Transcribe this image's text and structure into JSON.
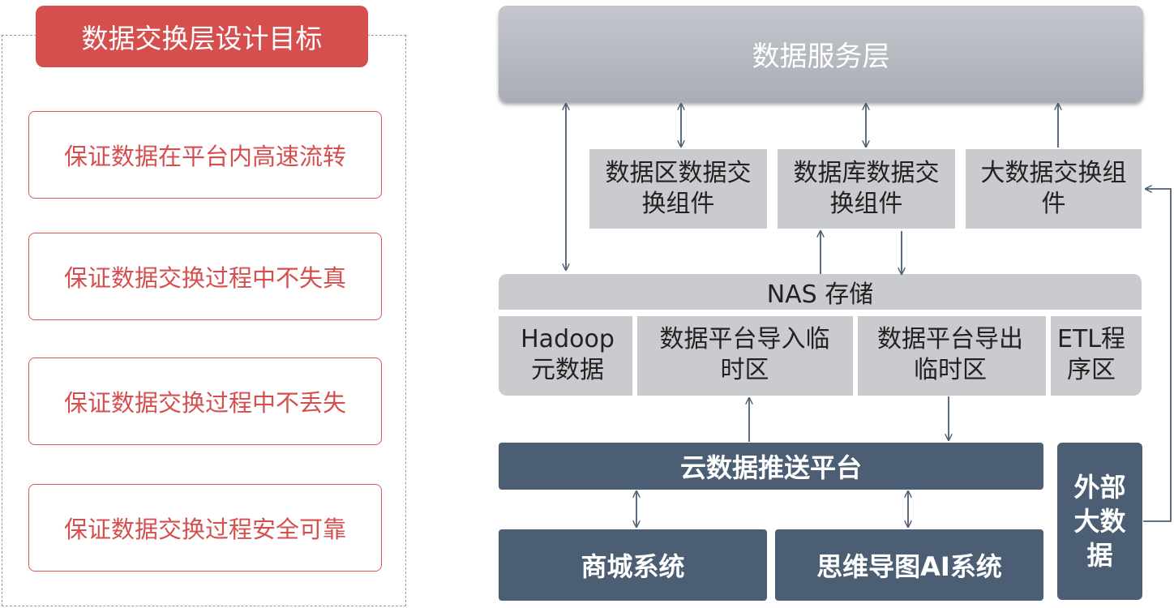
{
  "goals": {
    "title": "数据交换层设计目标",
    "items": [
      "保证数据在平台内高速流转",
      "保证数据交换过程中不失真",
      "保证数据交换过程中不丢失",
      "保证数据交换过程安全可靠"
    ]
  },
  "architecture": {
    "service_layer": "数据服务层",
    "components": [
      "数据区数据交换组件",
      "数据库数据交换组件",
      "大数据交换组件"
    ],
    "storage": {
      "title": "NAS  存储",
      "cells": [
        "Hadoop元数据",
        "数据平台导入临时区",
        "数据平台导出临时区",
        "ETL程序区"
      ]
    },
    "push_platform": "云数据推送平台",
    "systems": [
      "商城系统",
      "思维导图AI系统"
    ],
    "external": "外部大数据"
  },
  "colors": {
    "accent_red": "#d64f4f",
    "gray_block": "#c9cbce",
    "dark_block": "#4b5e73",
    "arrow": "#4b5e73"
  }
}
